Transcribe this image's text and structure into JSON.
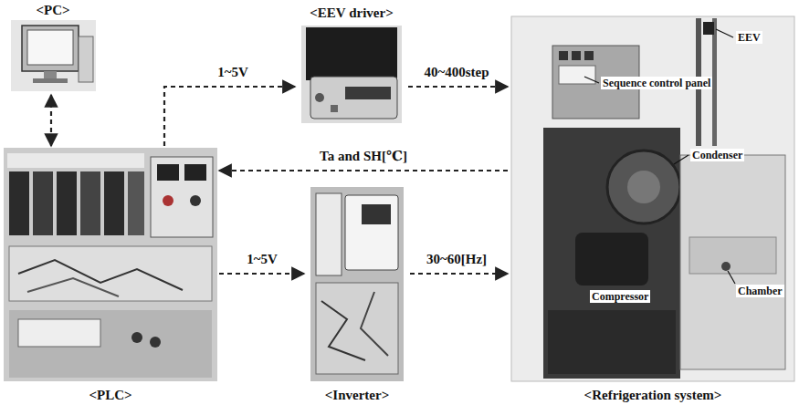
{
  "diagram": {
    "nodes": [
      {
        "text": [
          "<PC>"
        ]
      },
      {
        "text": [
          "<EEV driver>"
        ]
      },
      {
        "text": [
          "<PLC>"
        ]
      },
      {
        "text": [
          "<Inverter>"
        ]
      },
      {
        "text": [
          "<Refrigeration system>"
        ]
      }
    ],
    "edges": [
      {
        "from": 0,
        "to": 2,
        "arrow": "both"
      },
      {
        "from": 2,
        "to": 1,
        "label": "1~5V",
        "arrow": "to"
      },
      {
        "from": 1,
        "to": 4,
        "label": "40~400step",
        "arrow": "to"
      },
      {
        "from": 4,
        "to": 2,
        "label": "Ta and SH[℃]",
        "arrow": "to"
      },
      {
        "from": 2,
        "to": 3,
        "label": "1~5V",
        "arrow": "to"
      },
      {
        "from": 3,
        "to": 4,
        "label": "30~60[Hz]",
        "arrow": "to"
      }
    ],
    "labels": [
      "EEV",
      "Sequence control panel",
      "Condenser",
      "Compressor",
      "Chamber"
    ]
  }
}
